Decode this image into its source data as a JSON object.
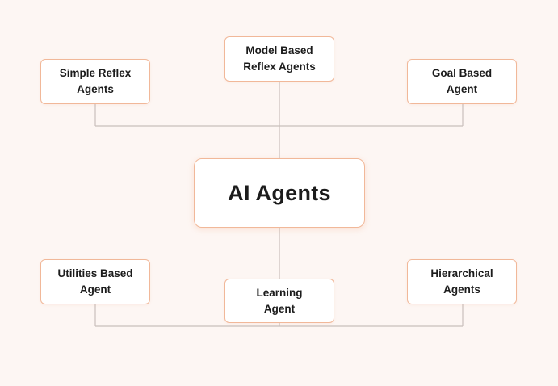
{
  "diagram": {
    "center": "AI Agents",
    "nodes": {
      "simple_reflex": [
        "Simple Reflex",
        "Agents"
      ],
      "model_based": [
        "Model Based",
        "Reflex Agents"
      ],
      "goal_based": [
        "Goal Based",
        "Agent"
      ],
      "utilities_based": [
        "Utilities Based",
        "Agent"
      ],
      "learning": [
        "Learning",
        "Agent"
      ],
      "hierarchical": [
        "Hierarchical",
        "Agents"
      ]
    }
  },
  "colors": {
    "background": "#fdf6f3",
    "node_border": "#f1b899",
    "connector": "#c9bfbb",
    "text": "#1c1c1c"
  }
}
